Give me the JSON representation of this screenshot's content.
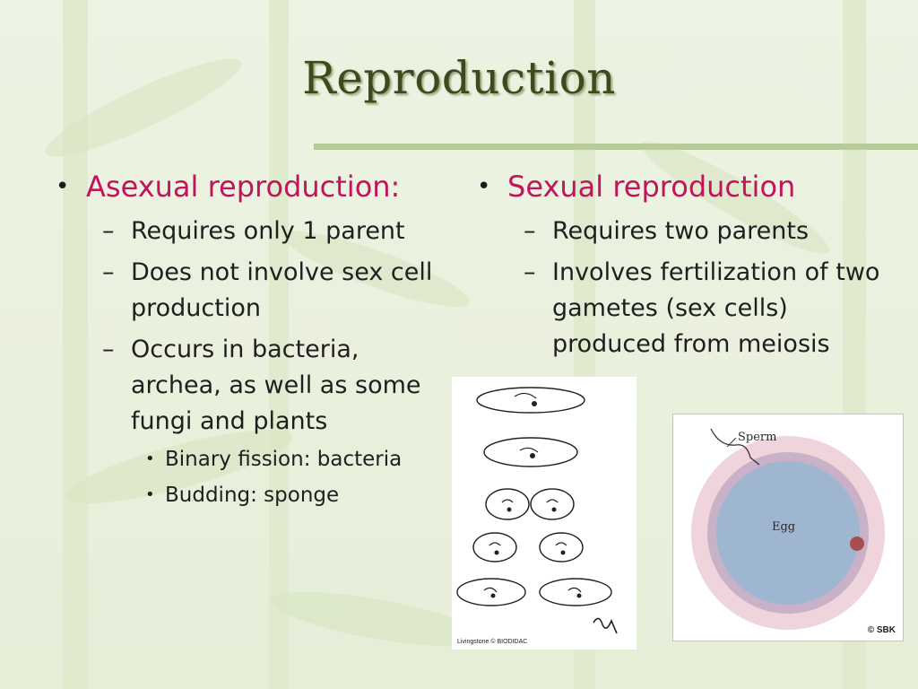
{
  "slide": {
    "title": "Reproduction",
    "left": {
      "heading": "Asexual reproduction:",
      "points": [
        "Requires only 1 parent",
        "Does not involve sex cell production",
        "Occurs in bacteria, archea, as well as some fungi and plants"
      ],
      "subpoints": [
        "Binary fission: bacteria",
        "Budding: sponge"
      ]
    },
    "right": {
      "heading": "Sexual reproduction",
      "points": [
        "Requires two parents",
        "Involves fertilization of two gametes (sex cells) produced from meiosis"
      ]
    }
  },
  "images": {
    "fission": {
      "credit": "Livingstone © BIODIDAC"
    },
    "egg": {
      "sperm_label": "Sperm",
      "egg_label": "Egg",
      "copyright": "© SBK"
    }
  },
  "colors": {
    "heading": "#c0145d",
    "title": "#3d4a1e",
    "background": "#e9f0dc"
  }
}
